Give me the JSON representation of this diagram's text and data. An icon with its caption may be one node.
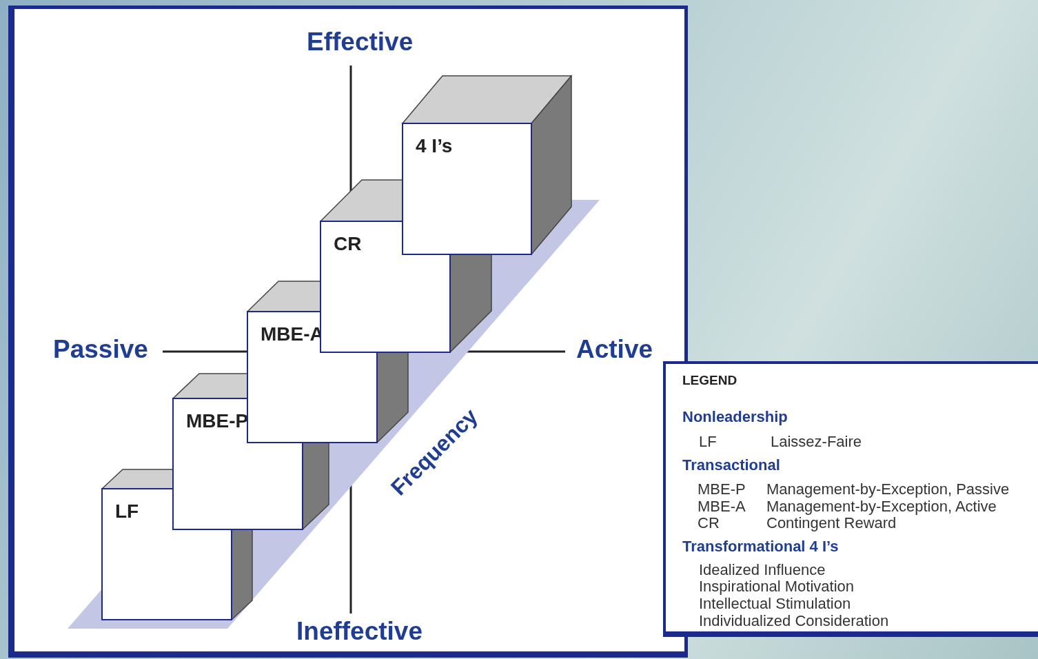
{
  "diagram": {
    "nodes": [
      {
        "text": [
          "LF"
        ]
      },
      {
        "text": [
          "MBE-P"
        ]
      },
      {
        "text": [
          "MBE-A"
        ]
      },
      {
        "text": [
          "CR"
        ]
      },
      {
        "text": [
          "4 I’s"
        ]
      },
      {
        "text": [
          "LEGEND",
          "Nonleadership",
          "LF",
          "Laissez-Faire",
          "Transactional",
          "MBE-P",
          "Management-by-Exception, Passive",
          "MBE-A",
          "Management-by-Exception, Active",
          "CR",
          "Contingent Reward",
          "Transformational 4 I’s",
          "Idealized Influence",
          "Inspirational Motivation",
          "Intellectual Stimulation",
          "Individualized Consideration"
        ]
      }
    ],
    "edges": [],
    "labels": [
      "Effective",
      "Passive",
      "Active",
      "Frequency",
      "Ineffective"
    ]
  }
}
